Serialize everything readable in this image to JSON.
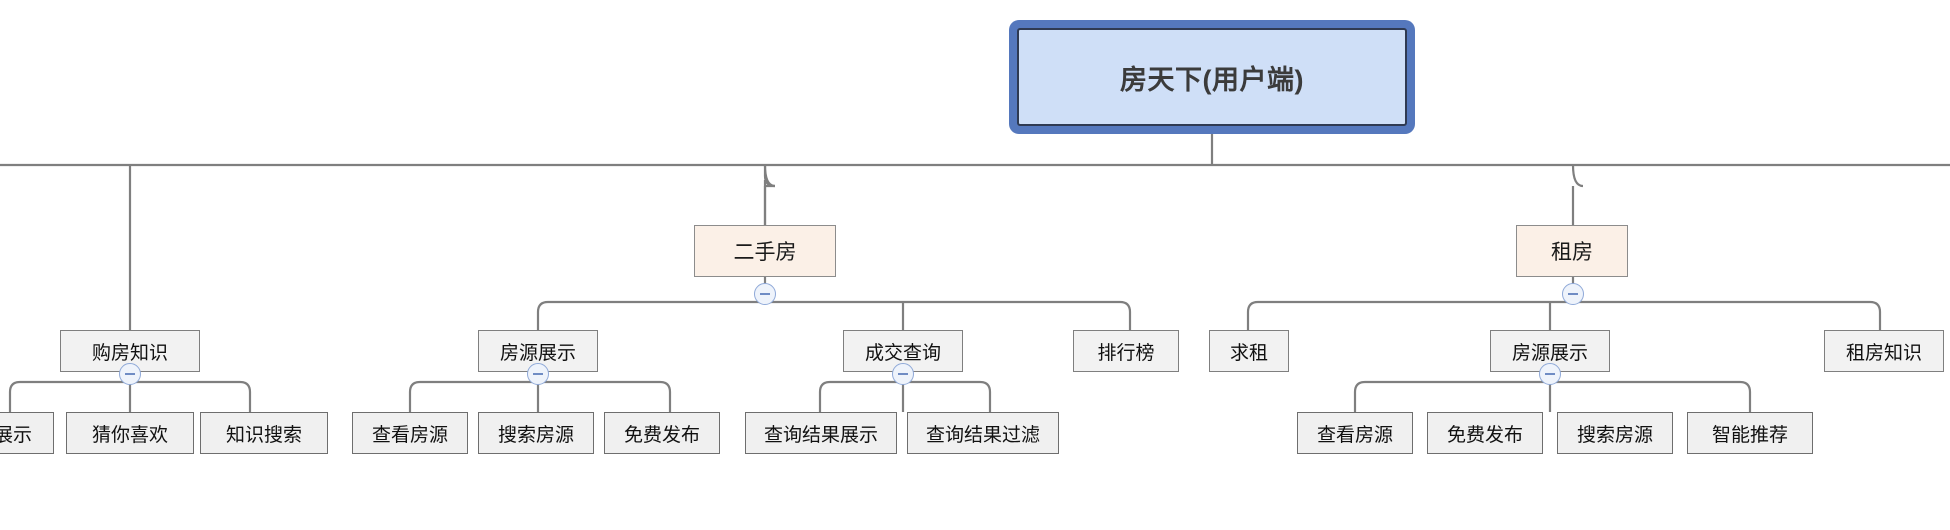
{
  "diagram": {
    "type": "mindmap-tree",
    "title": "房天下(用户端)",
    "colors": {
      "root_fill": "#cfdff7",
      "root_outer_border": "#5578bd",
      "root_inner_border": "#2f3a52",
      "level2_fill": "#fbf0e7",
      "level3_fill": "#f2f2f2",
      "leaf_fill": "#f0f0f0",
      "edge": "#7f7f7f",
      "collapse_icon": "#6f8cc4"
    },
    "collapse_icon_label": "minus-circle-icon"
  },
  "root": {
    "label": "房天下(用户端)"
  },
  "branches": [
    {
      "label": "购房知识",
      "children": [
        {
          "label": "展示"
        },
        {
          "label": "猜你喜欢"
        },
        {
          "label": "知识搜索"
        }
      ]
    },
    {
      "label": "二手房",
      "children": [
        {
          "label": "房源展示",
          "children": [
            {
              "label": "查看房源"
            },
            {
              "label": "搜索房源"
            },
            {
              "label": "免费发布"
            }
          ]
        },
        {
          "label": "成交查询",
          "children": [
            {
              "label": "查询结果展示"
            },
            {
              "label": "查询结果过滤"
            }
          ]
        },
        {
          "label": "排行榜",
          "children": []
        }
      ]
    },
    {
      "label": "租房",
      "children": [
        {
          "label": "求租",
          "children": []
        },
        {
          "label": "房源展示",
          "children": [
            {
              "label": "查看房源"
            },
            {
              "label": "免费发布"
            },
            {
              "label": "搜索房源"
            },
            {
              "label": "智能推荐"
            }
          ]
        },
        {
          "label": "租房知识",
          "children": []
        }
      ]
    }
  ],
  "nodes": {
    "root": "房天下(用户端)",
    "gfzs": "购房知识",
    "gfzs_c0": "展示",
    "gfzs_c1": "猜你喜欢",
    "gfzs_c2": "知识搜索",
    "esf": "二手房",
    "esf_fyzs": "房源展示",
    "esf_fyzs_c0": "查看房源",
    "esf_fyzs_c1": "搜索房源",
    "esf_fyzs_c2": "免费发布",
    "esf_cjcx": "成交查询",
    "esf_cjcx_c0": "查询结果展示",
    "esf_cjcx_c1": "查询结果过滤",
    "esf_phb": "排行榜",
    "zf": "租房",
    "zf_qz": "求租",
    "zf_fyzs": "房源展示",
    "zf_fyzs_c0": "查看房源",
    "zf_fyzs_c1": "免费发布",
    "zf_fyzs_c2": "搜索房源",
    "zf_fyzs_c3": "智能推荐",
    "zf_zfzs": "租房知识"
  }
}
